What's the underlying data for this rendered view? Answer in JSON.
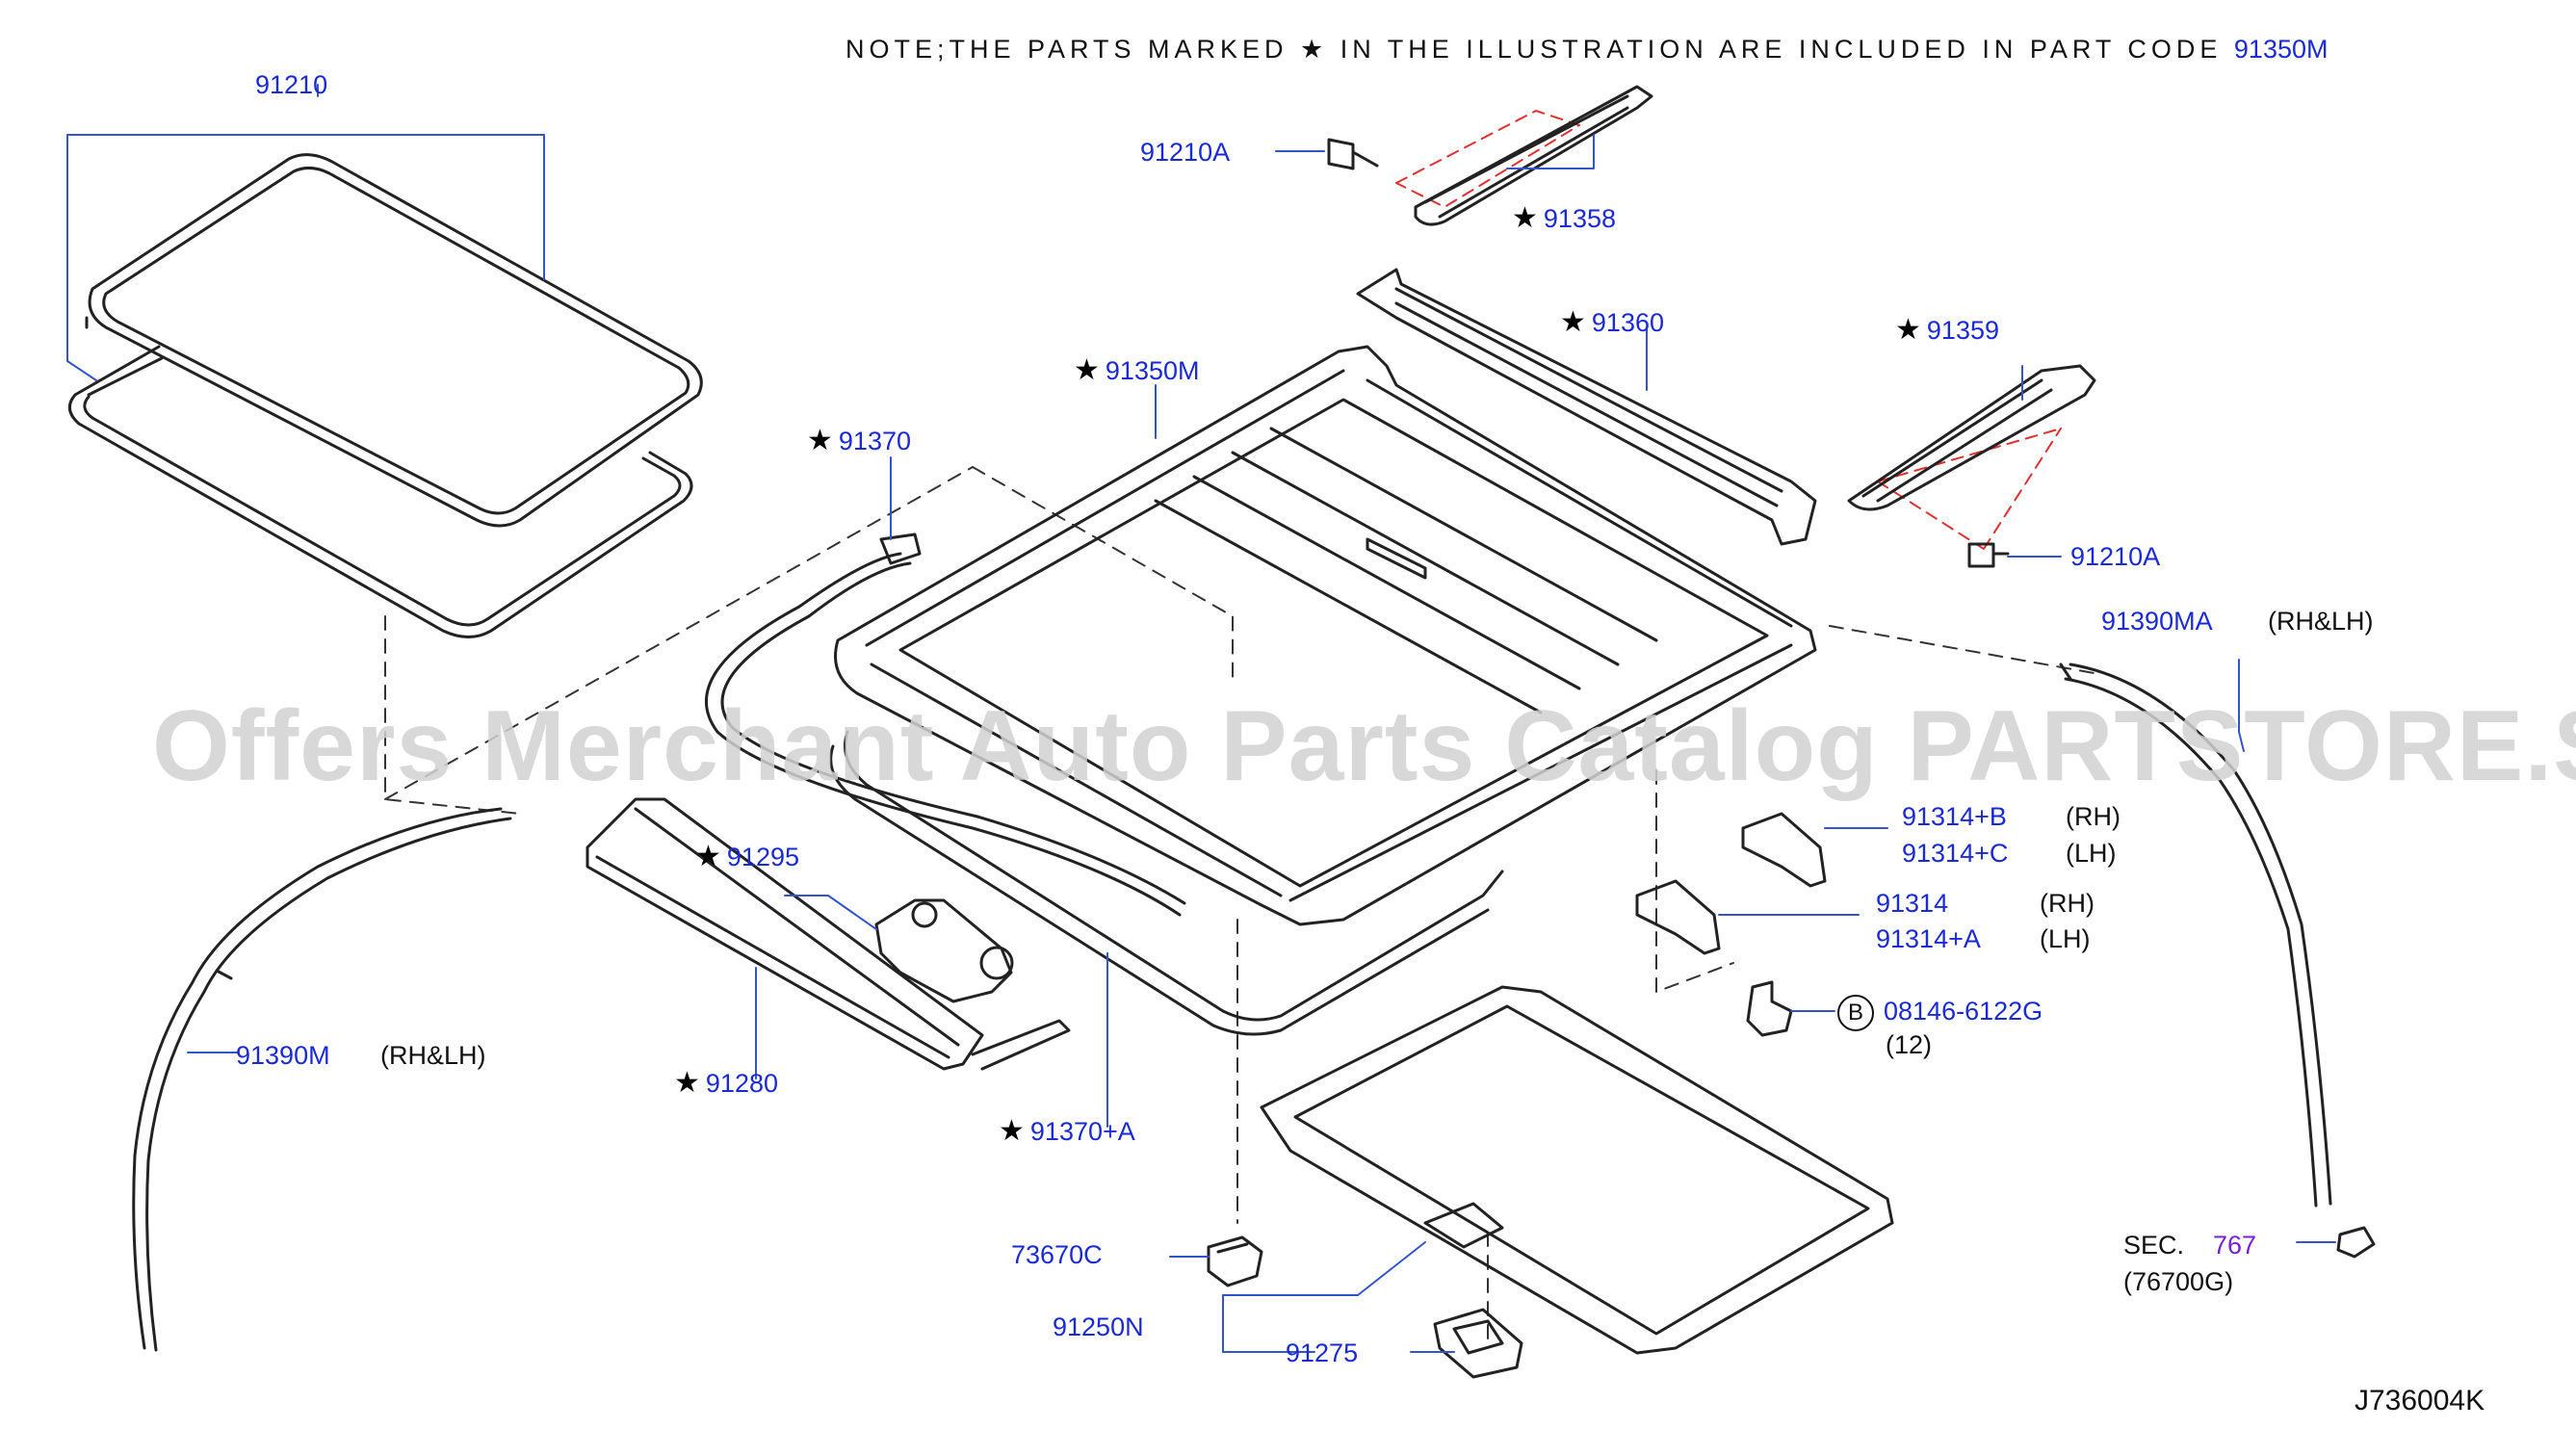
{
  "header_note": {
    "text": "NOTE;THE PARTS MARKED ★ IN THE ILLUSTRATION ARE INCLUDED IN PART CODE",
    "code": "91350M"
  },
  "watermark": "Offers Merchant Auto Parts Catalog PARTSTORE.SA",
  "diagram_id": "J736004K",
  "colors": {
    "part_label": "#1a2ad6",
    "section_ref": "#7a1fd6",
    "leader": "#3355cc",
    "drawing": "#222222",
    "red_dash": "#e03030"
  },
  "labels": {
    "p91210": "91210",
    "p91210A_top": "91210A",
    "p91358": "91358",
    "p91360": "91360",
    "p91359": "91359",
    "p91350M": "91350M",
    "p91210A_right": "91210A",
    "p91370": "91370",
    "p91390MA": "91390MA",
    "rhlh_right": "(RH&LH)",
    "p91314B": "91314+B",
    "rh_b": "(RH)",
    "p91314C": "91314+C",
    "lh_c": "(LH)",
    "p91314": "91314",
    "rh_314": "(RH)",
    "p91314A": "91314+A",
    "lh_a": "(LH)",
    "circle_b": "B",
    "p08146": "08146-6122G",
    "qty": "(12)",
    "p91295": "91295",
    "p91280": "91280",
    "p91370A": "91370+A",
    "p91390M": "91390M",
    "rhlh_left": "(RH&LH)",
    "p73670C": "73670C",
    "p91250N": "91250N",
    "p91275": "91275",
    "sec": "SEC.",
    "sec_num": "767",
    "sec_code": "(76700G)"
  }
}
